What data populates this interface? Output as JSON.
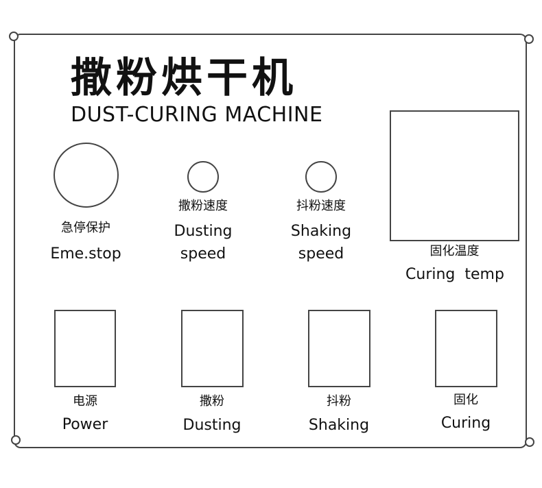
{
  "title": {
    "chinese": "撒粉烘干机",
    "english": "DUST-CURING MACHINE"
  },
  "controls": [
    {
      "cn": "急停保护",
      "en": "Eme.stop"
    },
    {
      "cn": "撒粉速度",
      "en1": "Dusting",
      "en2": "speed"
    },
    {
      "cn": "抖粉速度",
      "en1": "Shaking",
      "en2": "speed"
    }
  ],
  "display": {
    "cn": "固化温度",
    "en": "Curing  temp"
  },
  "switches": [
    {
      "cn": "电源",
      "en": "Power"
    },
    {
      "cn": "撒粉",
      "en": "Dusting"
    },
    {
      "cn": "抖粉",
      "en": "Shaking"
    },
    {
      "cn": "固化",
      "en": "Curing"
    }
  ]
}
